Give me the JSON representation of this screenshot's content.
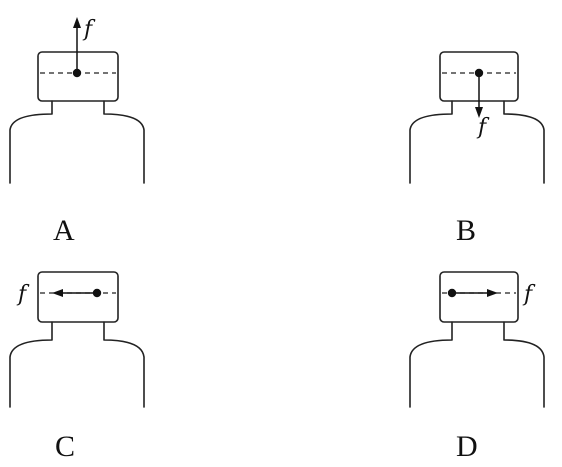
{
  "options": [
    {
      "label": "A",
      "force_label": "f",
      "force_direction": "up"
    },
    {
      "label": "B",
      "force_label": "f",
      "force_direction": "down"
    },
    {
      "label": "C",
      "force_label": "f",
      "force_direction": "left"
    },
    {
      "label": "D",
      "force_label": "f",
      "force_direction": "right"
    }
  ]
}
